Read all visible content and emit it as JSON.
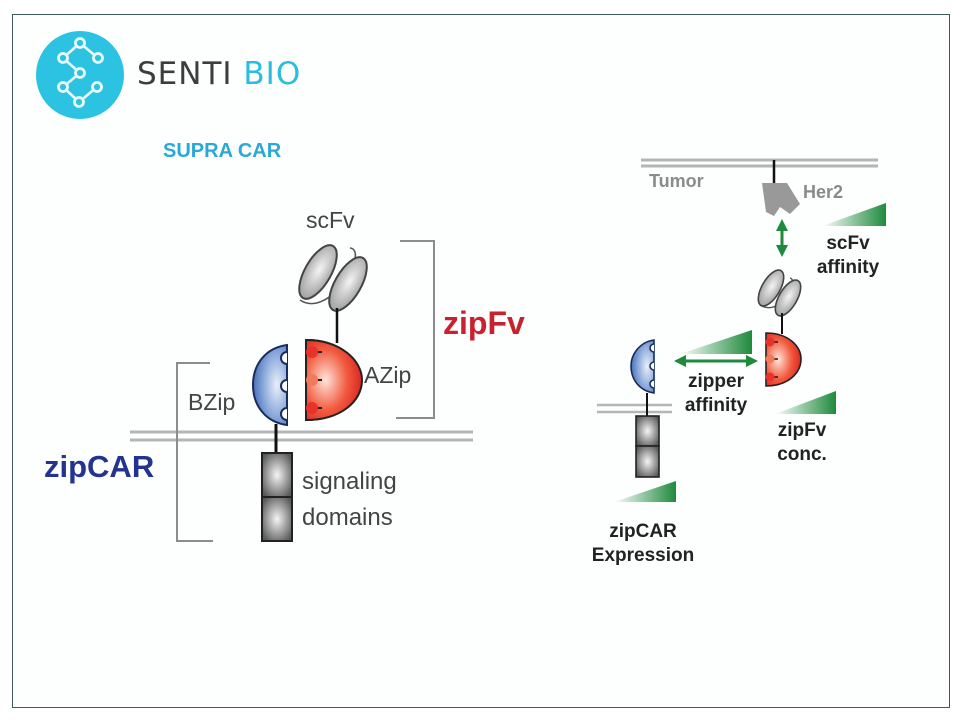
{
  "header": {
    "brand_primary": "SENTI",
    "brand_secondary": "BIO",
    "subtitle": "SUPRA CAR"
  },
  "left_diagram": {
    "scfv_label": "scFv",
    "bzip_label": "BZip",
    "azip_label": "AZip",
    "zipfv_label": "zipFv",
    "zipcar_label": "zipCAR",
    "signaling_label_line1": "signaling",
    "signaling_label_line2": "domains"
  },
  "right_diagram": {
    "tumor_label": "Tumor",
    "her2_label": "Her2",
    "scfv_affinity_line1": "scFv",
    "scfv_affinity_line2": "affinity",
    "zipper_affinity_line1": "zipper",
    "zipper_affinity_line2": "affinity",
    "zipfv_conc_line1": "zipFv",
    "zipfv_conc_line2": "conc.",
    "zipcar_expr_line1": "zipCAR",
    "zipcar_expr_line2": "Expression"
  },
  "colors": {
    "brand_cyan": "#29bde0",
    "zipfv_red": "#c8222e",
    "zipcar_blue": "#23338f",
    "gradient_green": "#1e8a3c"
  }
}
